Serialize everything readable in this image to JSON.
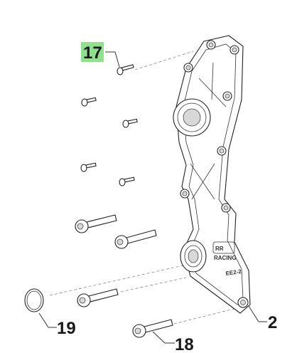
{
  "callouts": [
    {
      "id": "17",
      "label": "17",
      "highlighted": true,
      "highlight_color": "#8fe08f"
    },
    {
      "id": "19",
      "label": "19",
      "highlighted": false
    },
    {
      "id": "18",
      "label": "18",
      "highlighted": false
    },
    {
      "id": "2",
      "label": "2",
      "highlighted": false
    }
  ],
  "cover_marking": "EE2-2",
  "brand_logo_text": "RACING"
}
